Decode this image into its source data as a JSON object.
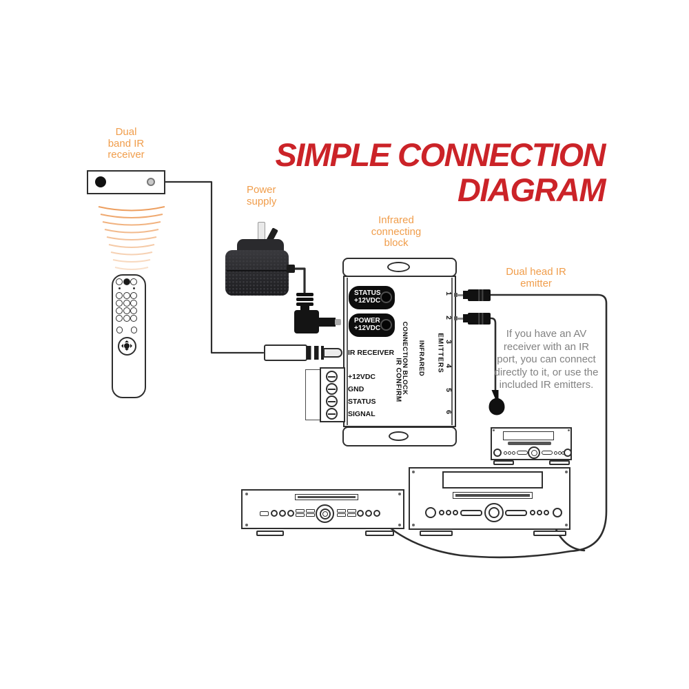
{
  "title": {
    "line1": "SIMPLE CONNECTION",
    "line2": "DIAGRAM"
  },
  "colors": {
    "title": "#cb2328",
    "label": "#f09d4b",
    "note": "#828282"
  },
  "labels": {
    "dual_band_ir_receiver": [
      "Dual",
      "band IR",
      "receiver"
    ],
    "power_supply": [
      "Power",
      "supply"
    ],
    "infrared_connecting_block": [
      "Infrared",
      "connecting",
      "block"
    ],
    "dual_head_ir_emitter": [
      "Dual head IR",
      "emitter"
    ]
  },
  "block": {
    "status_badge": [
      "STATUS",
      "+12VDC"
    ],
    "power_badge": [
      "POWER",
      "+12VDC"
    ],
    "ir_receiver_port_label": "IR RECEIVER",
    "terminal_labels": [
      "+12VDC",
      "GND",
      "STATUS",
      "SIGNAL"
    ],
    "device_name": [
      "INFRARED",
      "CONNECTION BLOCK"
    ],
    "ir_confirm_label": "IR CONFIRM",
    "emitters_label": "EMITTERS",
    "emitter_port_numbers": [
      "1",
      "2",
      "3",
      "4",
      "5",
      "6"
    ]
  },
  "note": {
    "lines": [
      "If you have an AV",
      "receiver with an IR",
      "port, you can connect",
      "directly to it, or use the",
      "included IR emitters."
    ]
  }
}
